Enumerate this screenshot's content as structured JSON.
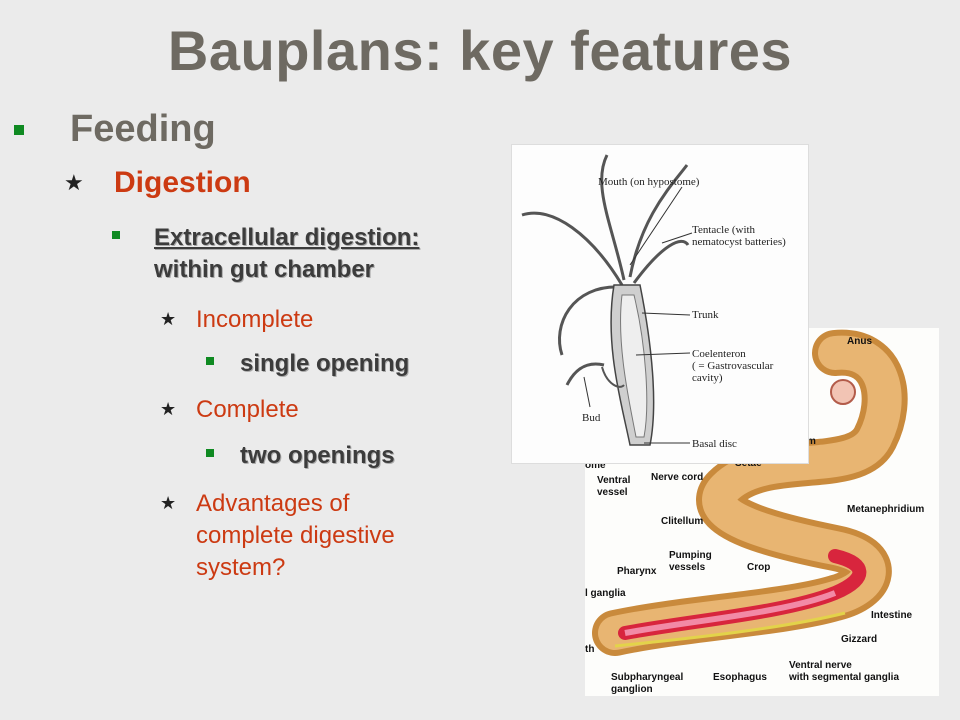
{
  "title": "Bauplans: key features",
  "bullets": {
    "feeding": "Feeding",
    "digestion": "Digestion",
    "extracellular_part1": "Extracellular digestion:",
    "extracellular_part2": "within gut chamber",
    "incomplete": "Incomplete",
    "single_opening": "single opening",
    "complete": "Complete",
    "two_openings": "two openings",
    "advantages_line1": "Advantages of",
    "advantages_line2": "complete digestive",
    "advantages_line3": "system?"
  },
  "hydra_labels": {
    "mouth": "Mouth (on hypostome)",
    "tentacle1": "Tentacle (with",
    "tentacle2": "nematocyst batteries)",
    "trunk": "Trunk",
    "coel1": "Coelenteron",
    "coel2": "( = Gastrovascular",
    "coel3": "cavity)",
    "bud": "Bud",
    "basal": "Basal disc"
  },
  "worm_labels": {
    "anus": "Anus",
    "m": "m",
    "ome": "ome",
    "setae": "Setae",
    "ventral_vessel1": "Ventral",
    "ventral_vessel2": "vessel",
    "nerve_cord": "Nerve cord",
    "clitellum": "Clitellum",
    "metanephridium": "Metanephridium",
    "pumping1": "Pumping",
    "pumping2": "vessels",
    "pharynx": "Pharynx",
    "crop": "Crop",
    "ganglia": "l ganglia",
    "intestine": "Intestine",
    "gizzard": "Gizzard",
    "th": "th",
    "ventral_nerve1": "Ventral nerve",
    "ventral_nerve2": "with segmental ganglia",
    "subph1": "Subpharyngeal",
    "subph2": "ganglion",
    "esophagus": "Esophagus"
  }
}
